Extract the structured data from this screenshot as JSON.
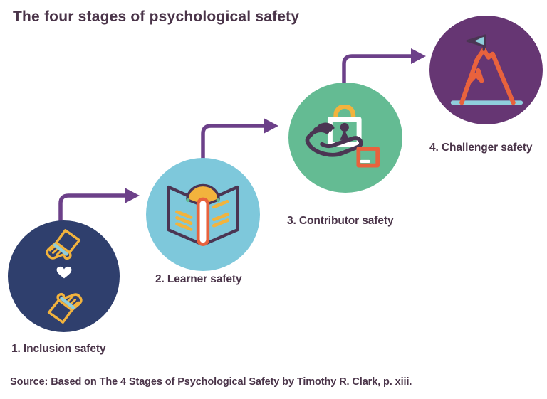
{
  "title": "The four stages of psychological safety",
  "stages": [
    {
      "label": "1. Inclusion safety",
      "icon": "hands-heart-icon",
      "circle_color": "#2F3F6D"
    },
    {
      "label": "2. Learner safety",
      "icon": "open-book-icon",
      "circle_color": "#7EC8DB"
    },
    {
      "label": "3. Contributor safety",
      "icon": "hand-lock-icon",
      "circle_color": "#64BB93"
    },
    {
      "label": "4. Challenger safety",
      "icon": "mountain-flag-icon",
      "circle_color": "#663673"
    }
  ],
  "source": "Source: Based on The 4 Stages of Psychological Safety by Timothy R. Clark, p. xiii.",
  "colors": {
    "text": "#4A3449",
    "arrow": "#6C4089",
    "navy": "#2F3F6D",
    "sky": "#7EC8DB",
    "green": "#64BB93",
    "purple": "#663673",
    "yellow": "#F2B33D",
    "teal": "#8FCEDC",
    "orange": "#E8623D",
    "dark": "#4B3553",
    "white": "#FFFFFF"
  }
}
